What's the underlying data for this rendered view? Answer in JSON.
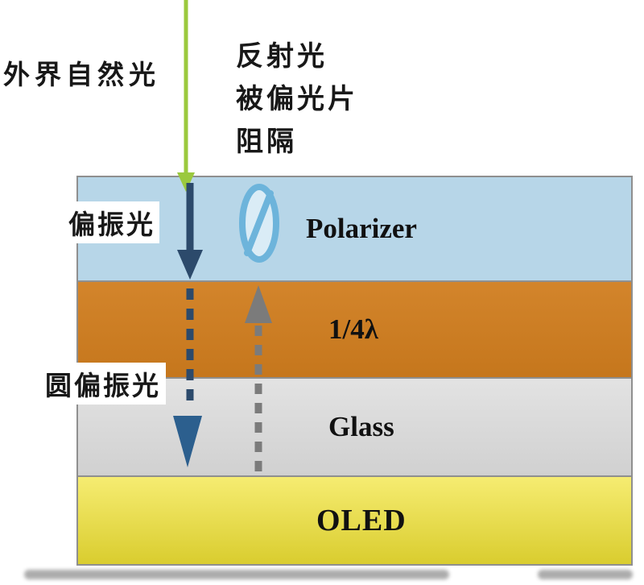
{
  "diagram": {
    "annotations": {
      "natural_light": "外界自然光",
      "reflected_line1": "反射光",
      "reflected_line2": "被偏光片",
      "reflected_line3": "阻隔",
      "polarized_light": "偏振光",
      "circularly_polarized_light": "圆偏振光"
    },
    "layers": [
      {
        "id": "polarizer",
        "label": "Polarizer",
        "color": "#b7d6e8"
      },
      {
        "id": "quarter-wave-plate",
        "label": "1/4λ",
        "color": "#d07d1e"
      },
      {
        "id": "glass",
        "label": "Glass",
        "color": "#d9d9d9"
      },
      {
        "id": "oled",
        "label": "OLED",
        "color": "#f2e434"
      }
    ],
    "arrows": {
      "incident_color": "#9bc93e",
      "polarized_color": "#2c4a6b",
      "circular_head_color": "#2c5f8e",
      "reflected_color": "#7b7b7b",
      "blocked_stroke": "#6db4db",
      "blocked_fill": "#daecf6"
    }
  }
}
